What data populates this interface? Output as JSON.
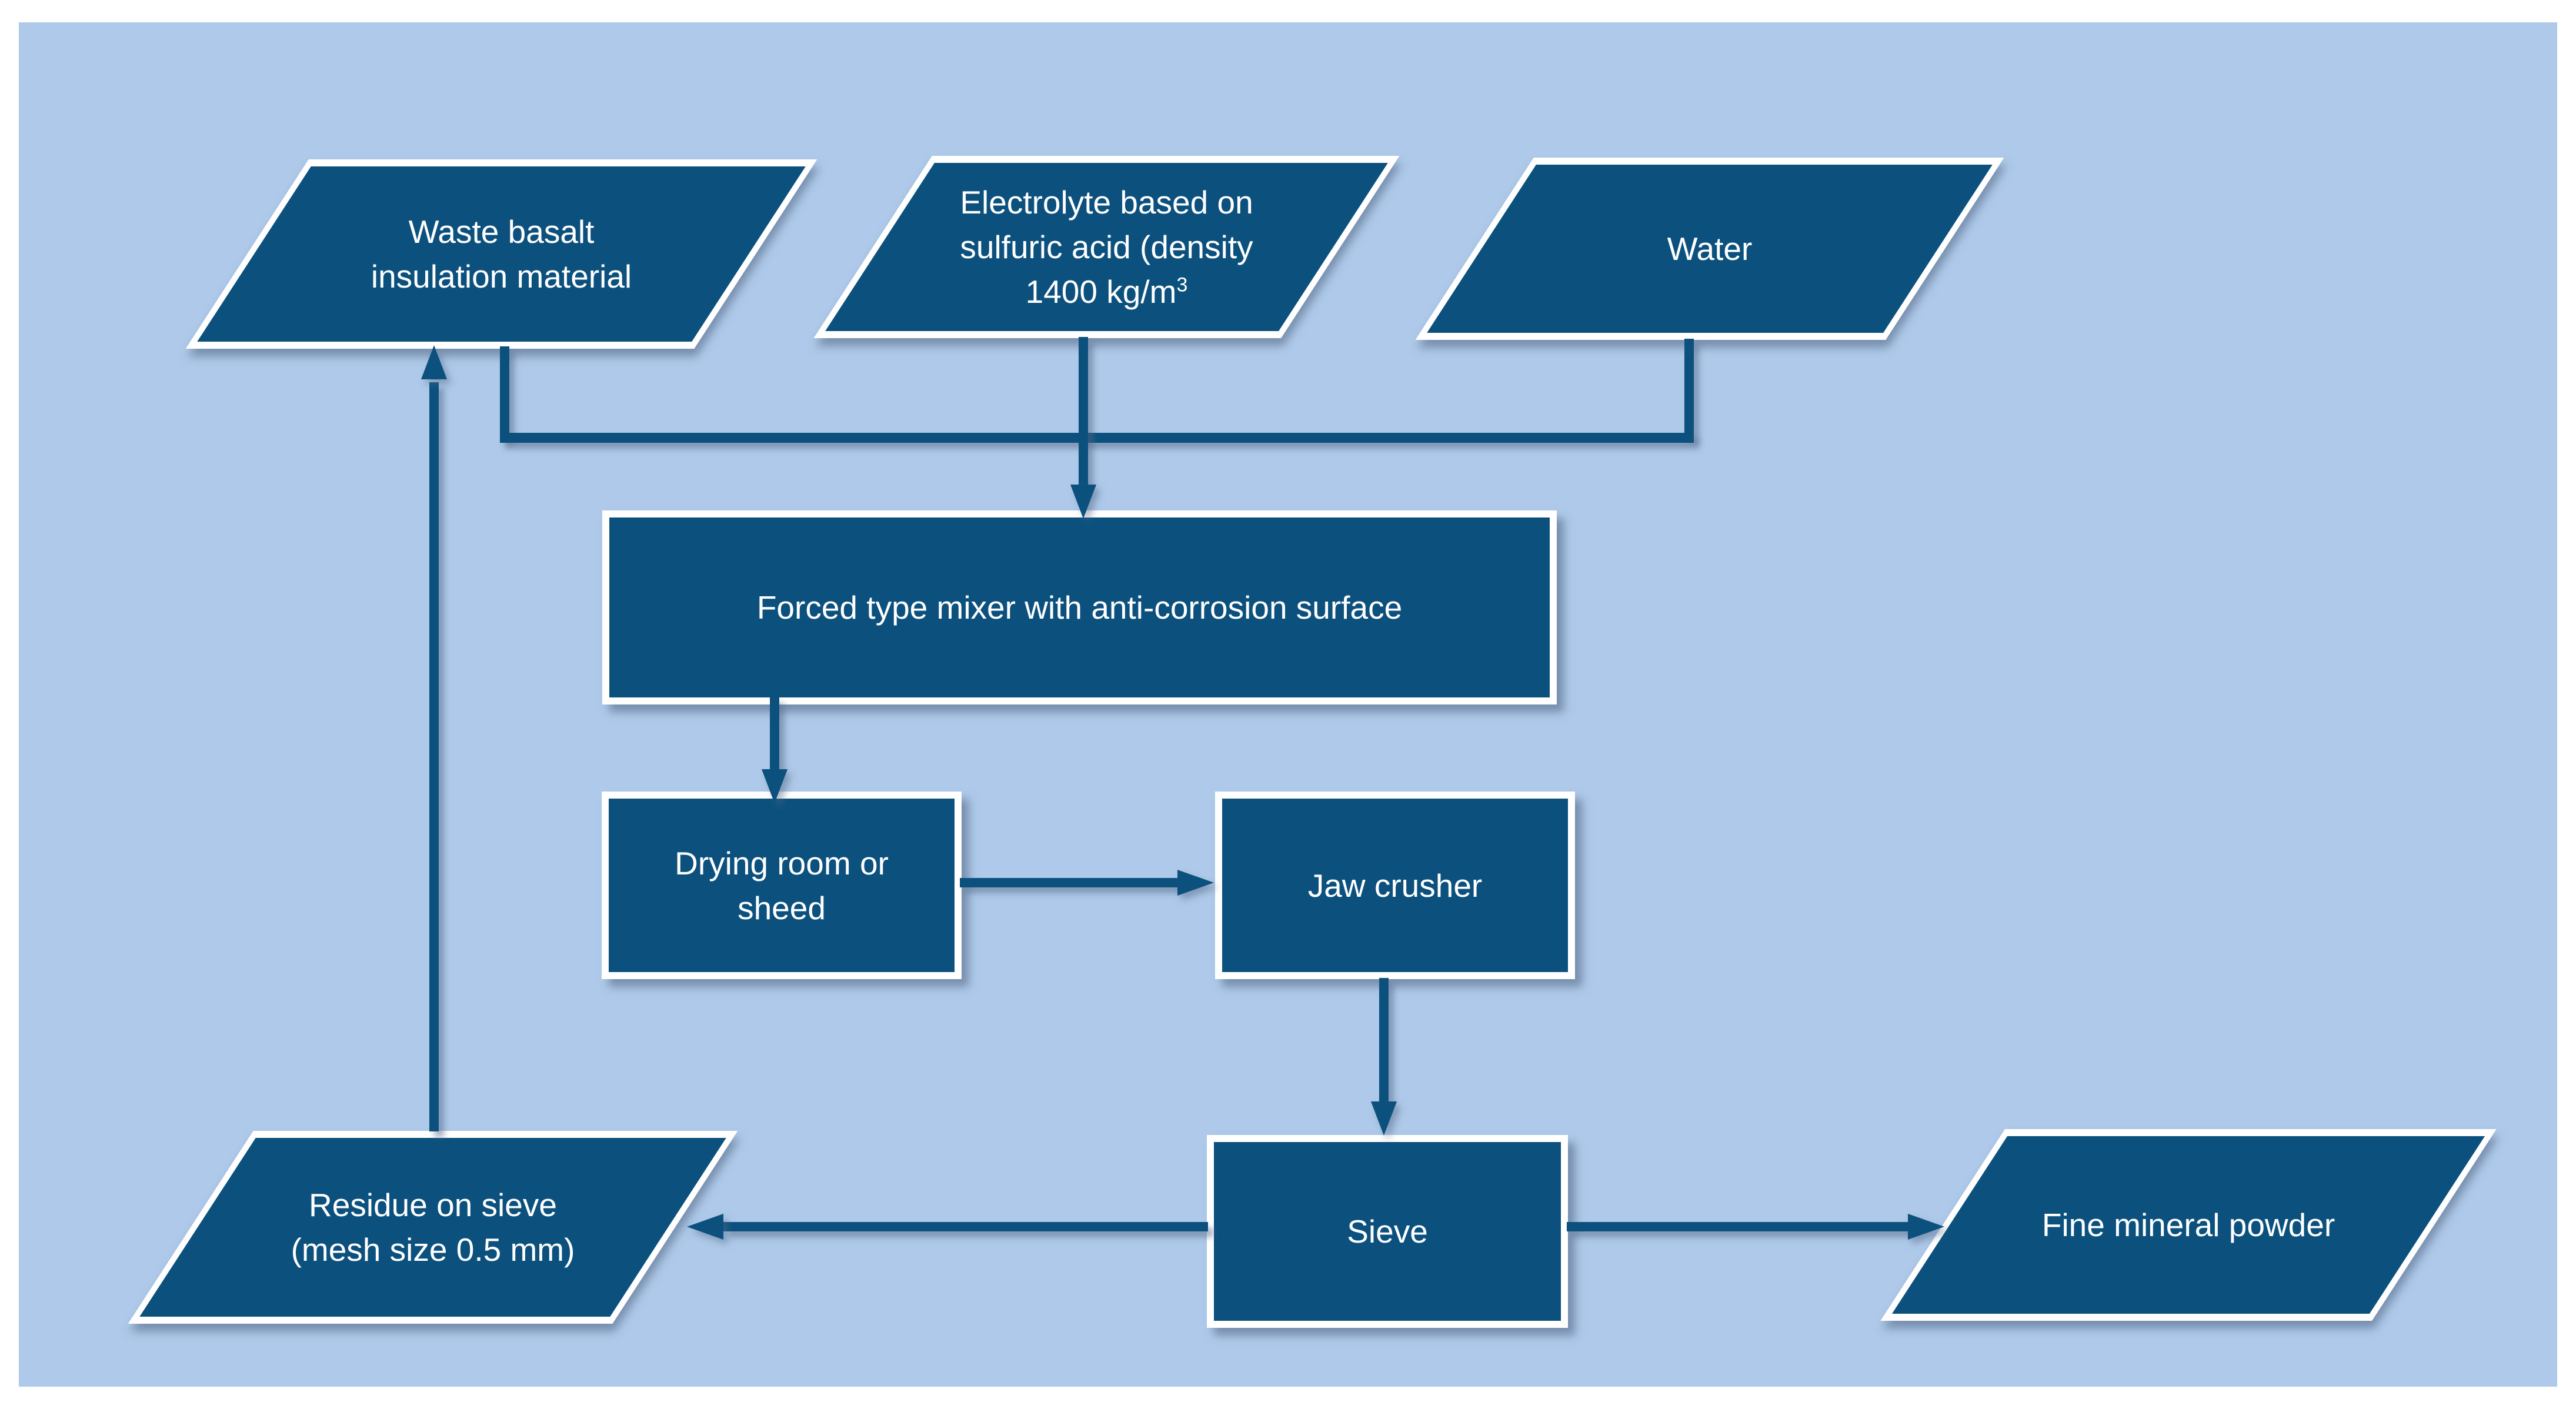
{
  "colors": {
    "background": "#AEC9E9",
    "shape_fill": "#0C517E",
    "shape_border": "#FFFFFF",
    "connector": "#0C517E",
    "text": "#FFFFFF"
  },
  "nodes": {
    "waste_basalt": {
      "type": "parallelogram",
      "lines": [
        "Waste basalt",
        "insulation material"
      ]
    },
    "electrolyte": {
      "type": "parallelogram",
      "lines": [
        "Electrolyte based on",
        "sulfuric acid (density"
      ],
      "sup_line": {
        "base": "1400 kg/m",
        "sup": "3"
      }
    },
    "water": {
      "type": "parallelogram",
      "lines": [
        "Water"
      ]
    },
    "mixer": {
      "type": "process",
      "lines": [
        "Forced type mixer with anti-corrosion surface"
      ]
    },
    "drying": {
      "type": "process",
      "lines": [
        "Drying room or",
        "sheed"
      ]
    },
    "jaw_crusher": {
      "type": "process",
      "lines": [
        "Jaw crusher"
      ]
    },
    "sieve": {
      "type": "process",
      "lines": [
        "Sieve"
      ]
    },
    "residue": {
      "type": "parallelogram",
      "lines": [
        "Residue on sieve",
        "(mesh size 0.5 mm)"
      ]
    },
    "fine_powder": {
      "type": "parallelogram",
      "lines": [
        "Fine mineral powder"
      ]
    }
  },
  "edges": [
    {
      "from": "waste_basalt",
      "to": "mixer"
    },
    {
      "from": "electrolyte",
      "to": "mixer"
    },
    {
      "from": "water",
      "to": "mixer"
    },
    {
      "from": "mixer",
      "to": "drying"
    },
    {
      "from": "drying",
      "to": "jaw_crusher"
    },
    {
      "from": "jaw_crusher",
      "to": "sieve"
    },
    {
      "from": "sieve",
      "to": "residue"
    },
    {
      "from": "sieve",
      "to": "fine_powder"
    },
    {
      "from": "residue",
      "to": "waste_basalt"
    }
  ]
}
